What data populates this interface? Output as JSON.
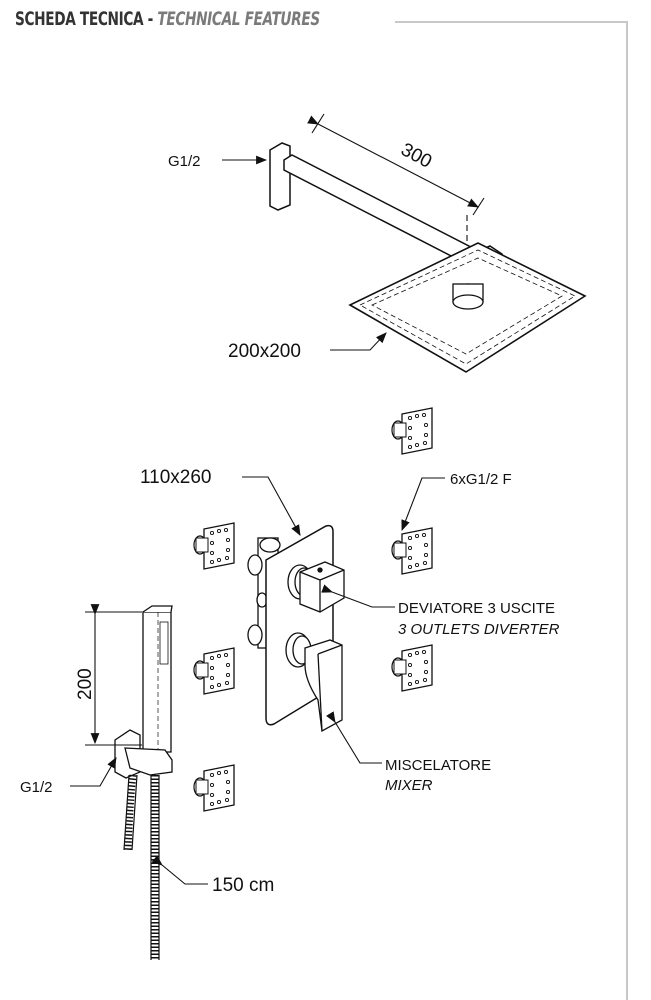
{
  "header": {
    "title_it": "SCHEDA TECNICA - ",
    "title_en": "TECHNICAL FEATURES"
  },
  "labels": {
    "head_inlet": "G1/2",
    "arm_length": "300",
    "head_size": "200x200",
    "mixer_plate_size": "110x260",
    "body_jets": "6xG1/2 F",
    "diverter_it": "DEVIATORE  3 USCITE",
    "diverter_en": "3 OUTLETS  DIVERTER",
    "mixer_it": "MISCELATORE",
    "mixer_en": "MIXER",
    "hand_shower_height": "200",
    "hand_inlet": "G1/2",
    "hose_length": "150 cm"
  },
  "colors": {
    "frame": "#c8c8c8",
    "ink": "#111111",
    "title_dark": "#333333",
    "title_gray": "#7a7a7a"
  }
}
